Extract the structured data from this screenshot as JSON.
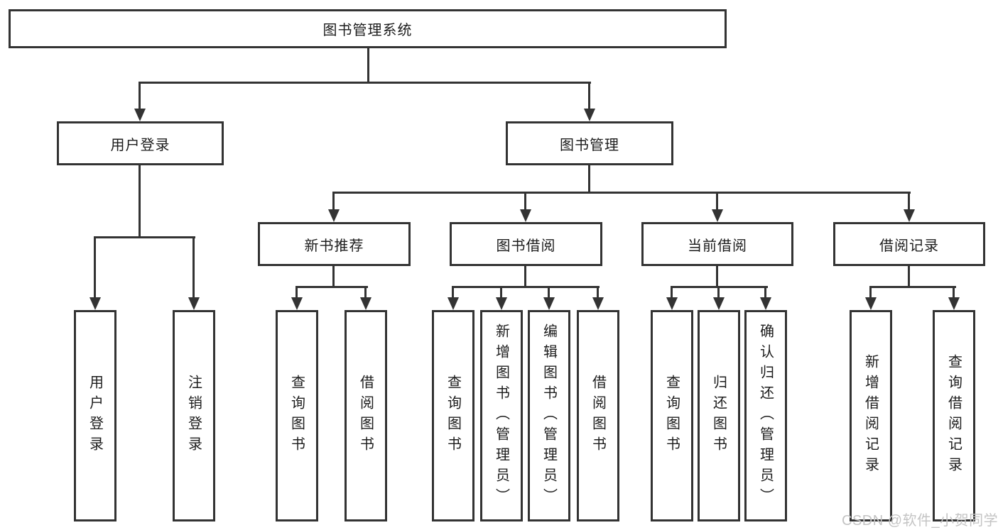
{
  "tree": {
    "label": "图书管理系统",
    "children": [
      {
        "label": "用户登录",
        "children": [
          {
            "label": "用户登录"
          },
          {
            "label": "注销登录"
          }
        ]
      },
      {
        "label": "图书管理",
        "children": [
          {
            "label": "新书推荐",
            "children": [
              {
                "label": "查询图书"
              },
              {
                "label": "借阅图书"
              }
            ]
          },
          {
            "label": "图书借阅",
            "children": [
              {
                "label": "查询图书"
              },
              {
                "label": "新增图书（管理员）"
              },
              {
                "label": "编辑图书（管理员）"
              },
              {
                "label": "借阅图书"
              }
            ]
          },
          {
            "label": "当前借阅",
            "children": [
              {
                "label": "查询图书"
              },
              {
                "label": "归还图书"
              },
              {
                "label": "确认归还（管理员）"
              }
            ]
          },
          {
            "label": "借阅记录",
            "children": [
              {
                "label": "新增借阅记录"
              },
              {
                "label": "查询借阅记录"
              }
            ]
          }
        ]
      }
    ]
  },
  "watermark": {
    "text": "CSDN @软件_小贺同学"
  },
  "colors": {
    "line": "#333333",
    "box_border": "#333333",
    "text": "#1c1c1c",
    "background": "#ffffff",
    "watermark": "#c4c4c4"
  }
}
